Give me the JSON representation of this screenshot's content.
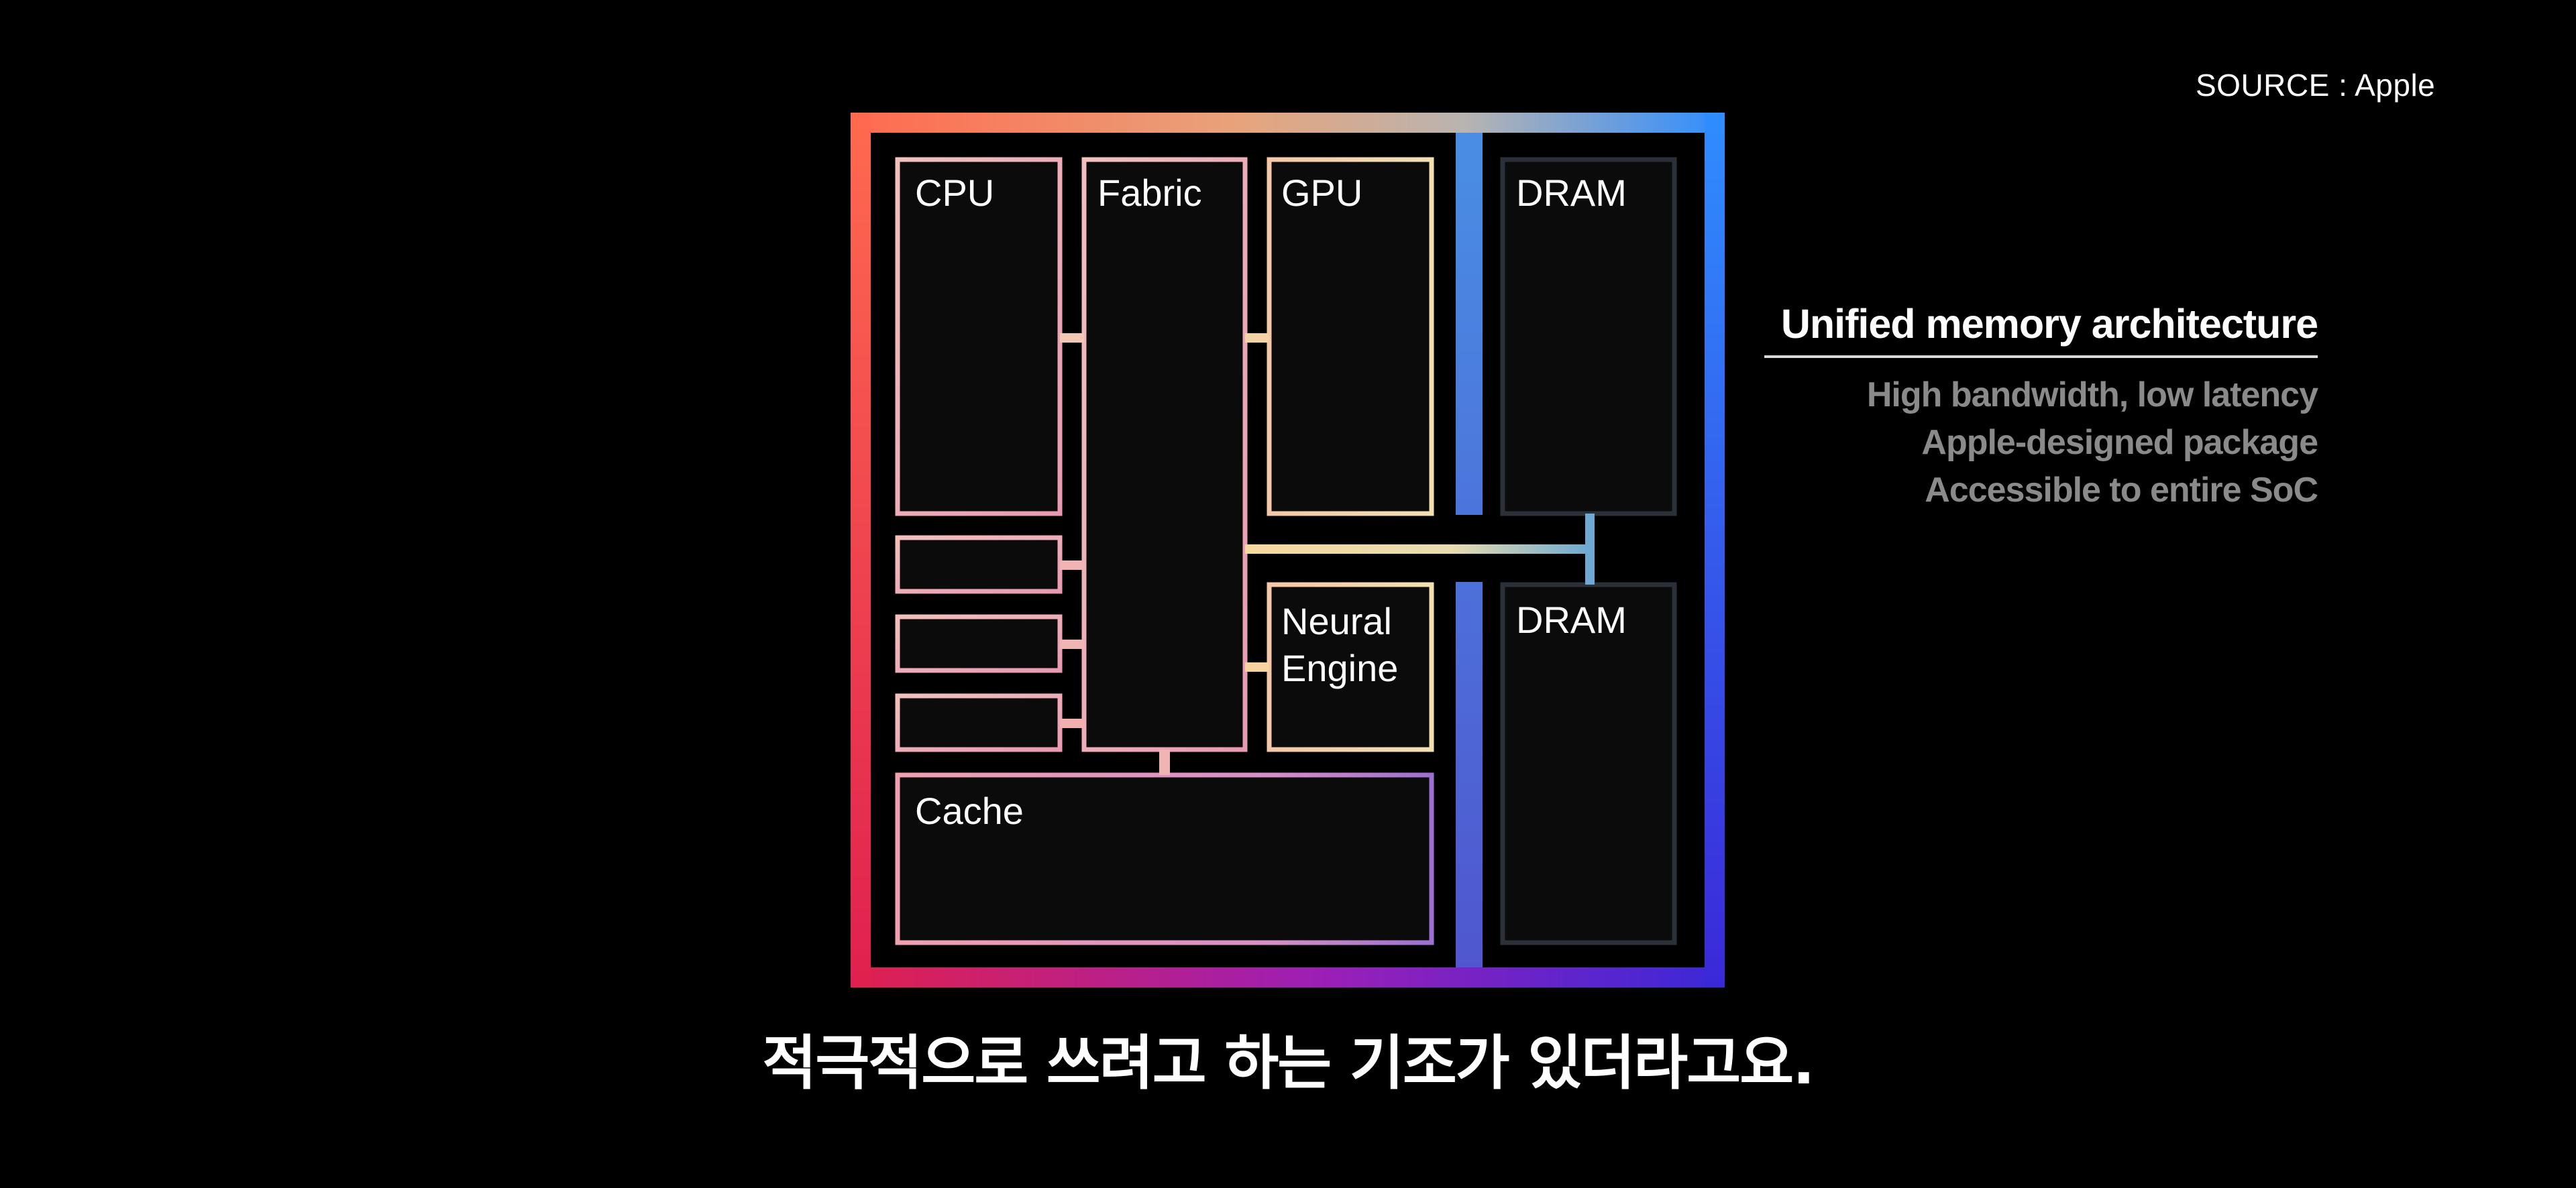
{
  "source": "SOURCE : Apple",
  "blocks": {
    "cpu": "CPU",
    "fabric": "Fabric",
    "gpu": "GPU",
    "dram_top": "DRAM",
    "dram_bottom": "DRAM",
    "neural_line1": "Neural",
    "neural_line2": "Engine",
    "cache": "Cache"
  },
  "feature": {
    "title": "Unified memory architecture",
    "items": [
      "High bandwidth, low latency",
      "Apple-designed package",
      "Accessible to entire SoC"
    ]
  },
  "subtitle": "적극적으로 쓰려고 하는 기조가 있더라고요.",
  "colors": {
    "background": "#000000",
    "frame_gradient": [
      "#ff6a4f",
      "#e0a27a",
      "#3a8eff",
      "#e0204f",
      "#7a1fd0",
      "#3a28d8"
    ],
    "pink_wire": "#f0b0b0",
    "peach_wire": "#f7d3a0",
    "blue_wire": "#6da9d2",
    "dark_block": "#0b0b0b"
  }
}
